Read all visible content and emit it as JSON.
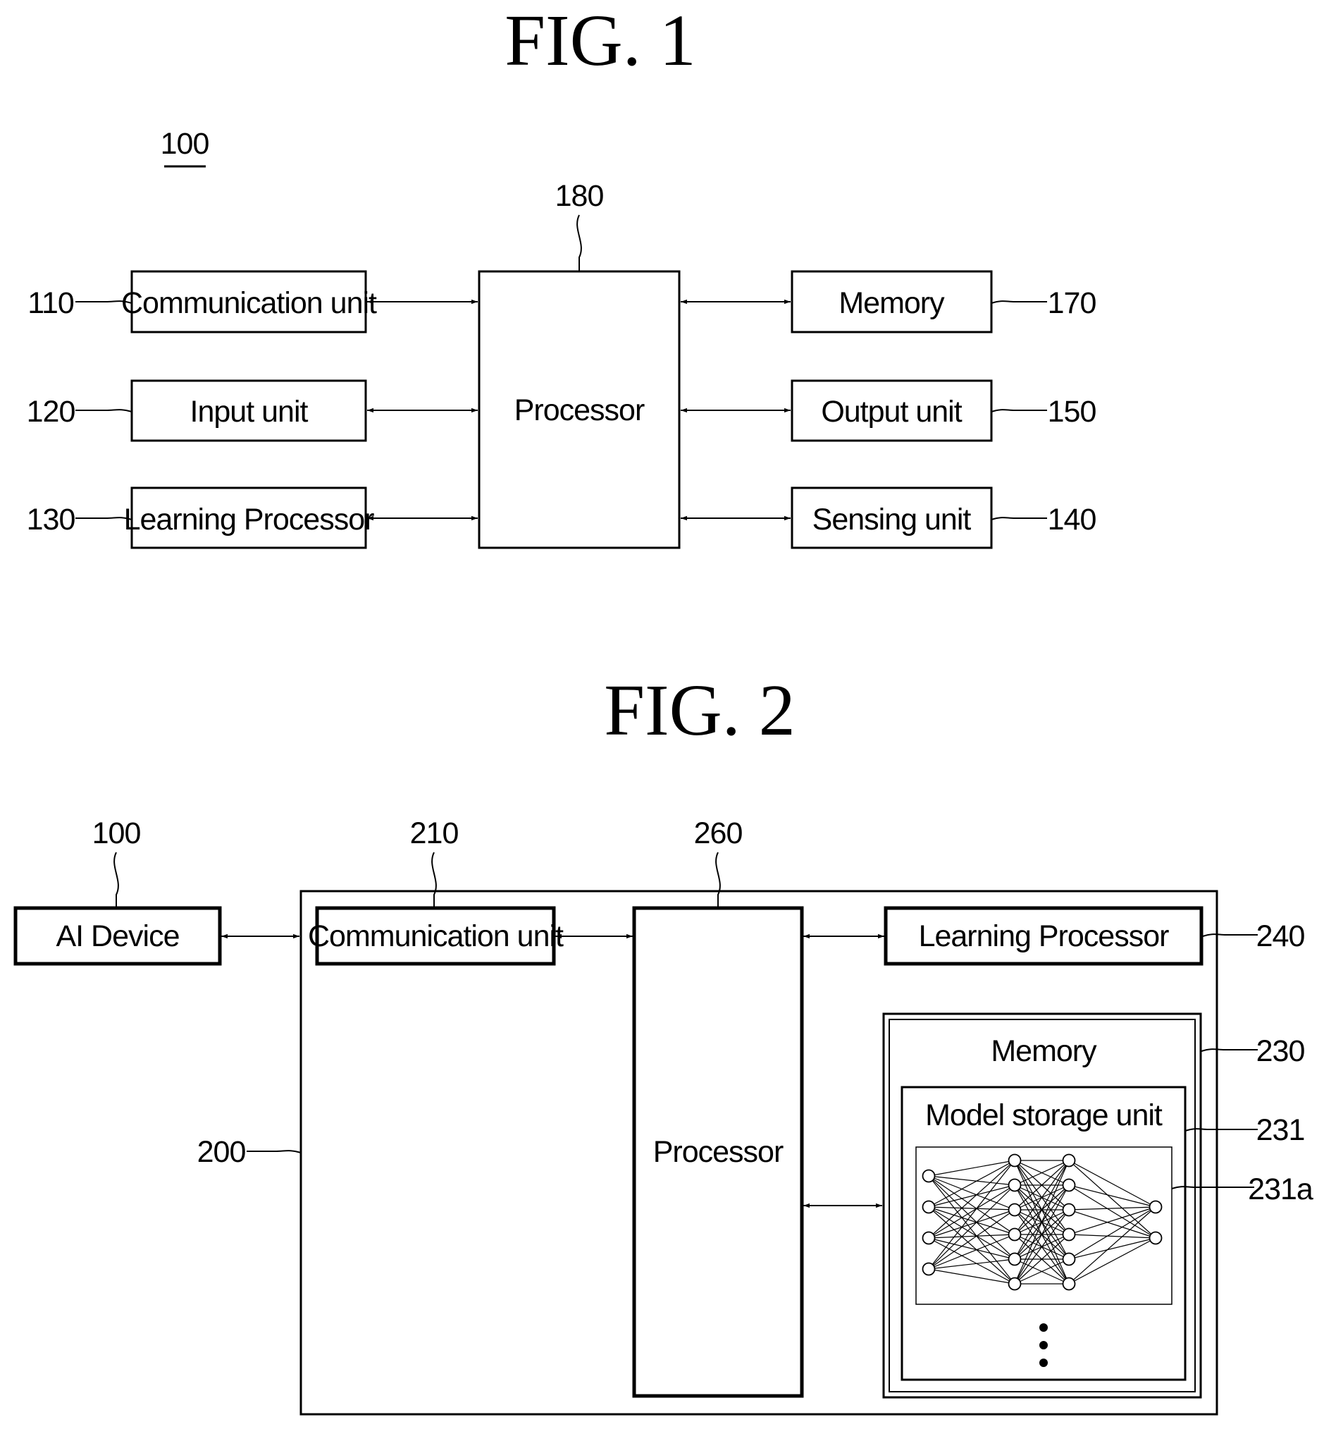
{
  "fig1": {
    "title": "FIG. 1",
    "device_ref": "100",
    "processor": {
      "label": "Processor",
      "ref": "180"
    },
    "left_units": [
      {
        "label": "Communication unit",
        "ref": "110"
      },
      {
        "label": "Input unit",
        "ref": "120"
      },
      {
        "label": "Learning Processor",
        "ref": "130"
      }
    ],
    "right_units": [
      {
        "label": "Memory",
        "ref": "170"
      },
      {
        "label": "Output unit",
        "ref": "150"
      },
      {
        "label": "Sensing unit",
        "ref": "140"
      }
    ]
  },
  "fig2": {
    "title": "FIG. 2",
    "ai_device": {
      "label": "AI Device",
      "ref": "100"
    },
    "server_ref": "200",
    "communication_unit": {
      "label": "Communication unit",
      "ref": "210"
    },
    "processor": {
      "label": "Processor",
      "ref": "260"
    },
    "learning_processor": {
      "label": "Learning Processor",
      "ref": "240"
    },
    "memory": {
      "label": "Memory",
      "ref": "230"
    },
    "model_storage": {
      "label": "Model storage unit",
      "ref": "231"
    },
    "model_ref": "231a"
  }
}
